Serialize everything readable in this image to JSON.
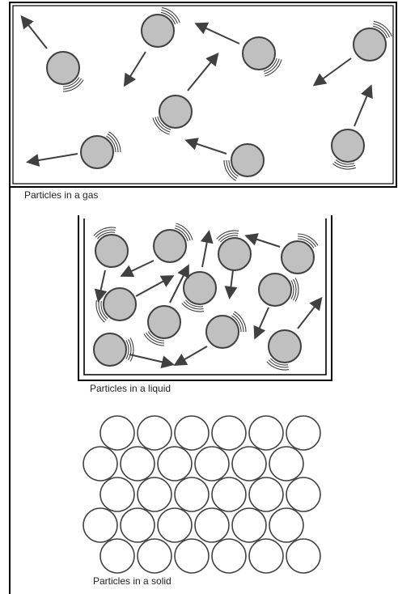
{
  "captions": {
    "gas": "Particles in a gas",
    "liquid": "Particles in a liquid",
    "solid": "Particles in a solid"
  },
  "colors": {
    "moving_particle_fill": "#c0c0c0",
    "solid_particle_fill": "#ffffff",
    "outline": "#404040",
    "arrow": "#404040"
  }
}
